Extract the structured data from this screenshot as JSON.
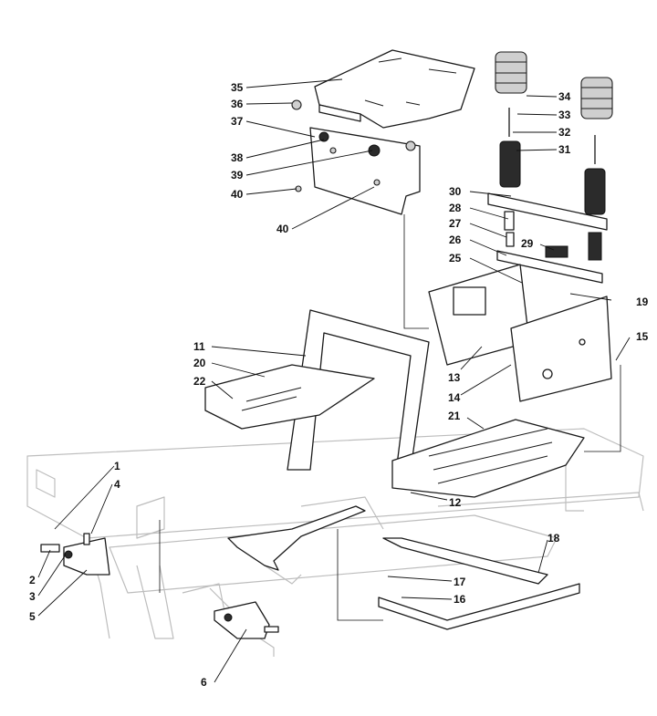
{
  "colors": {
    "line": "#1a1a1a",
    "chassis_ghost": "#bdbdbd",
    "fill": "#ffffff",
    "dark_fill": "#2b2b2b"
  },
  "labels": [
    {
      "id": "35",
      "text": "35"
    },
    {
      "id": "36",
      "text": "36"
    },
    {
      "id": "37",
      "text": "37"
    },
    {
      "id": "38",
      "text": "38"
    },
    {
      "id": "39",
      "text": "39"
    },
    {
      "id": "40a",
      "text": "40"
    },
    {
      "id": "40b",
      "text": "40"
    },
    {
      "id": "34",
      "text": "34"
    },
    {
      "id": "33",
      "text": "33"
    },
    {
      "id": "32",
      "text": "32"
    },
    {
      "id": "31",
      "text": "31"
    },
    {
      "id": "30",
      "text": "30"
    },
    {
      "id": "28",
      "text": "28"
    },
    {
      "id": "27",
      "text": "27"
    },
    {
      "id": "26",
      "text": "26"
    },
    {
      "id": "29",
      "text": "29"
    },
    {
      "id": "25",
      "text": "25"
    },
    {
      "id": "19",
      "text": "19"
    },
    {
      "id": "15",
      "text": "15"
    },
    {
      "id": "11",
      "text": "11"
    },
    {
      "id": "20",
      "text": "20"
    },
    {
      "id": "22",
      "text": "22"
    },
    {
      "id": "13",
      "text": "13"
    },
    {
      "id": "14",
      "text": "14"
    },
    {
      "id": "21",
      "text": "21"
    },
    {
      "id": "12",
      "text": "12"
    },
    {
      "id": "1",
      "text": "1"
    },
    {
      "id": "4",
      "text": "4"
    },
    {
      "id": "2",
      "text": "2"
    },
    {
      "id": "3",
      "text": "3"
    },
    {
      "id": "5",
      "text": "5"
    },
    {
      "id": "18",
      "text": "18"
    },
    {
      "id": "17",
      "text": "17"
    },
    {
      "id": "16",
      "text": "16"
    },
    {
      "id": "6",
      "text": "6"
    }
  ]
}
